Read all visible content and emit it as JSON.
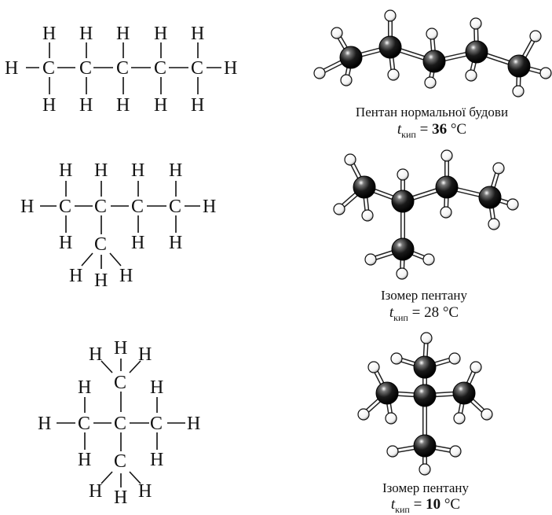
{
  "atom_labels": {
    "carbon": "C",
    "hydrogen": "H"
  },
  "molecules": [
    {
      "name": "Пентан нормальної будови",
      "t_symbol": "t",
      "t_subscript": "кип",
      "t_operator": "=",
      "t_value": "36",
      "t_unit": "°C"
    },
    {
      "name": "Ізомер пентану",
      "t_symbol": "t",
      "t_subscript": "кип",
      "t_operator": "=",
      "t_value": "28",
      "t_unit": "°C"
    },
    {
      "name": "Ізомер пентану",
      "t_symbol": "t",
      "t_subscript": "кип",
      "t_operator": "=",
      "t_value": "10",
      "t_unit": "°C"
    }
  ],
  "colors": {
    "ink": "#111111",
    "carbon_ball": "#1a1a1a",
    "hydrogen_ball": "#ffffff"
  }
}
